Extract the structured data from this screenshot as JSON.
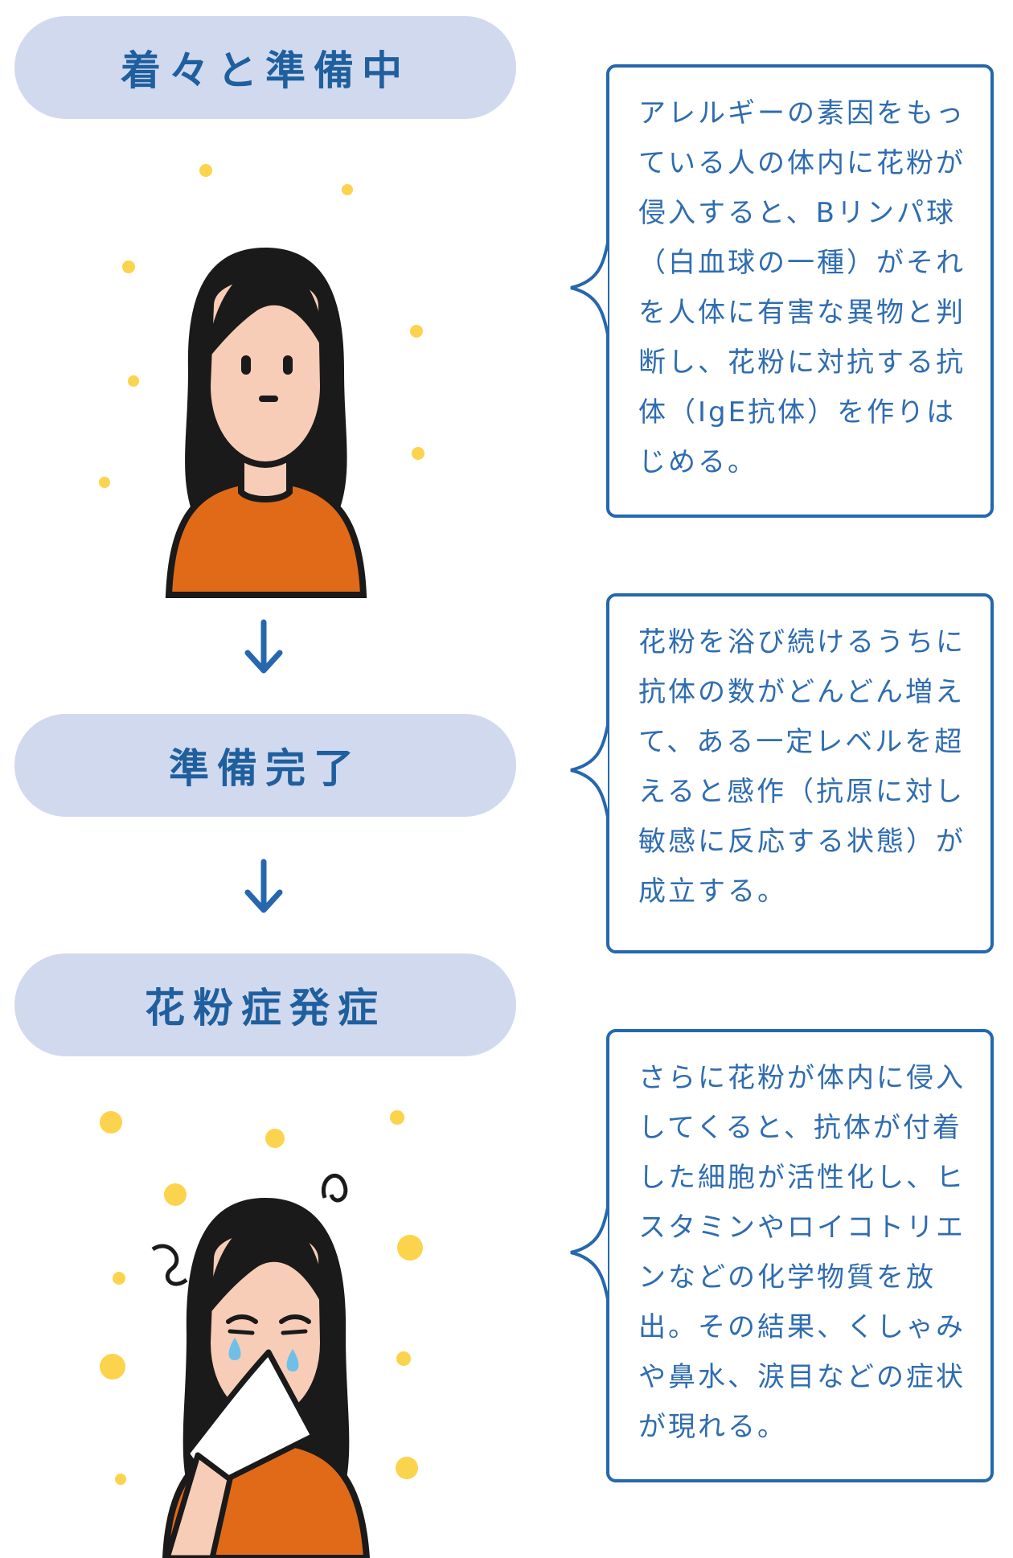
{
  "stages": [
    {
      "label": "着々と準備中"
    },
    {
      "label": "準備完了"
    },
    {
      "label": "花粉症発症"
    }
  ],
  "descriptions": [
    {
      "text": "アレルギーの素因をもっている人の体内に花粉が侵入すると、Bリンパ球（白血球の一種）がそれを人体に有害な異物と判断し、花粉に対抗する抗体（IgE抗体）を作りはじめる。"
    },
    {
      "text": "花粉を浴び続けるうちに抗体の数がどんどん増えて、ある一定レベルを超えると感作（抗原に対し敏感に反応する状態）が成立する。"
    },
    {
      "text": "さらに花粉が体内に侵入してくると、抗体が付着した細胞が活性化し、ヒスタミンやロイコトリエンなどの化学物質を放出。その結果、くしゃみや鼻水、涙目などの症状が現れる。"
    }
  ],
  "colors": {
    "accent": "#2667ae",
    "pill": "#d1d9ef",
    "pollen": "#fcd34c",
    "shirt": "#e06a18",
    "skin": "#f7cdb7",
    "hair": "#1a1a1a"
  }
}
